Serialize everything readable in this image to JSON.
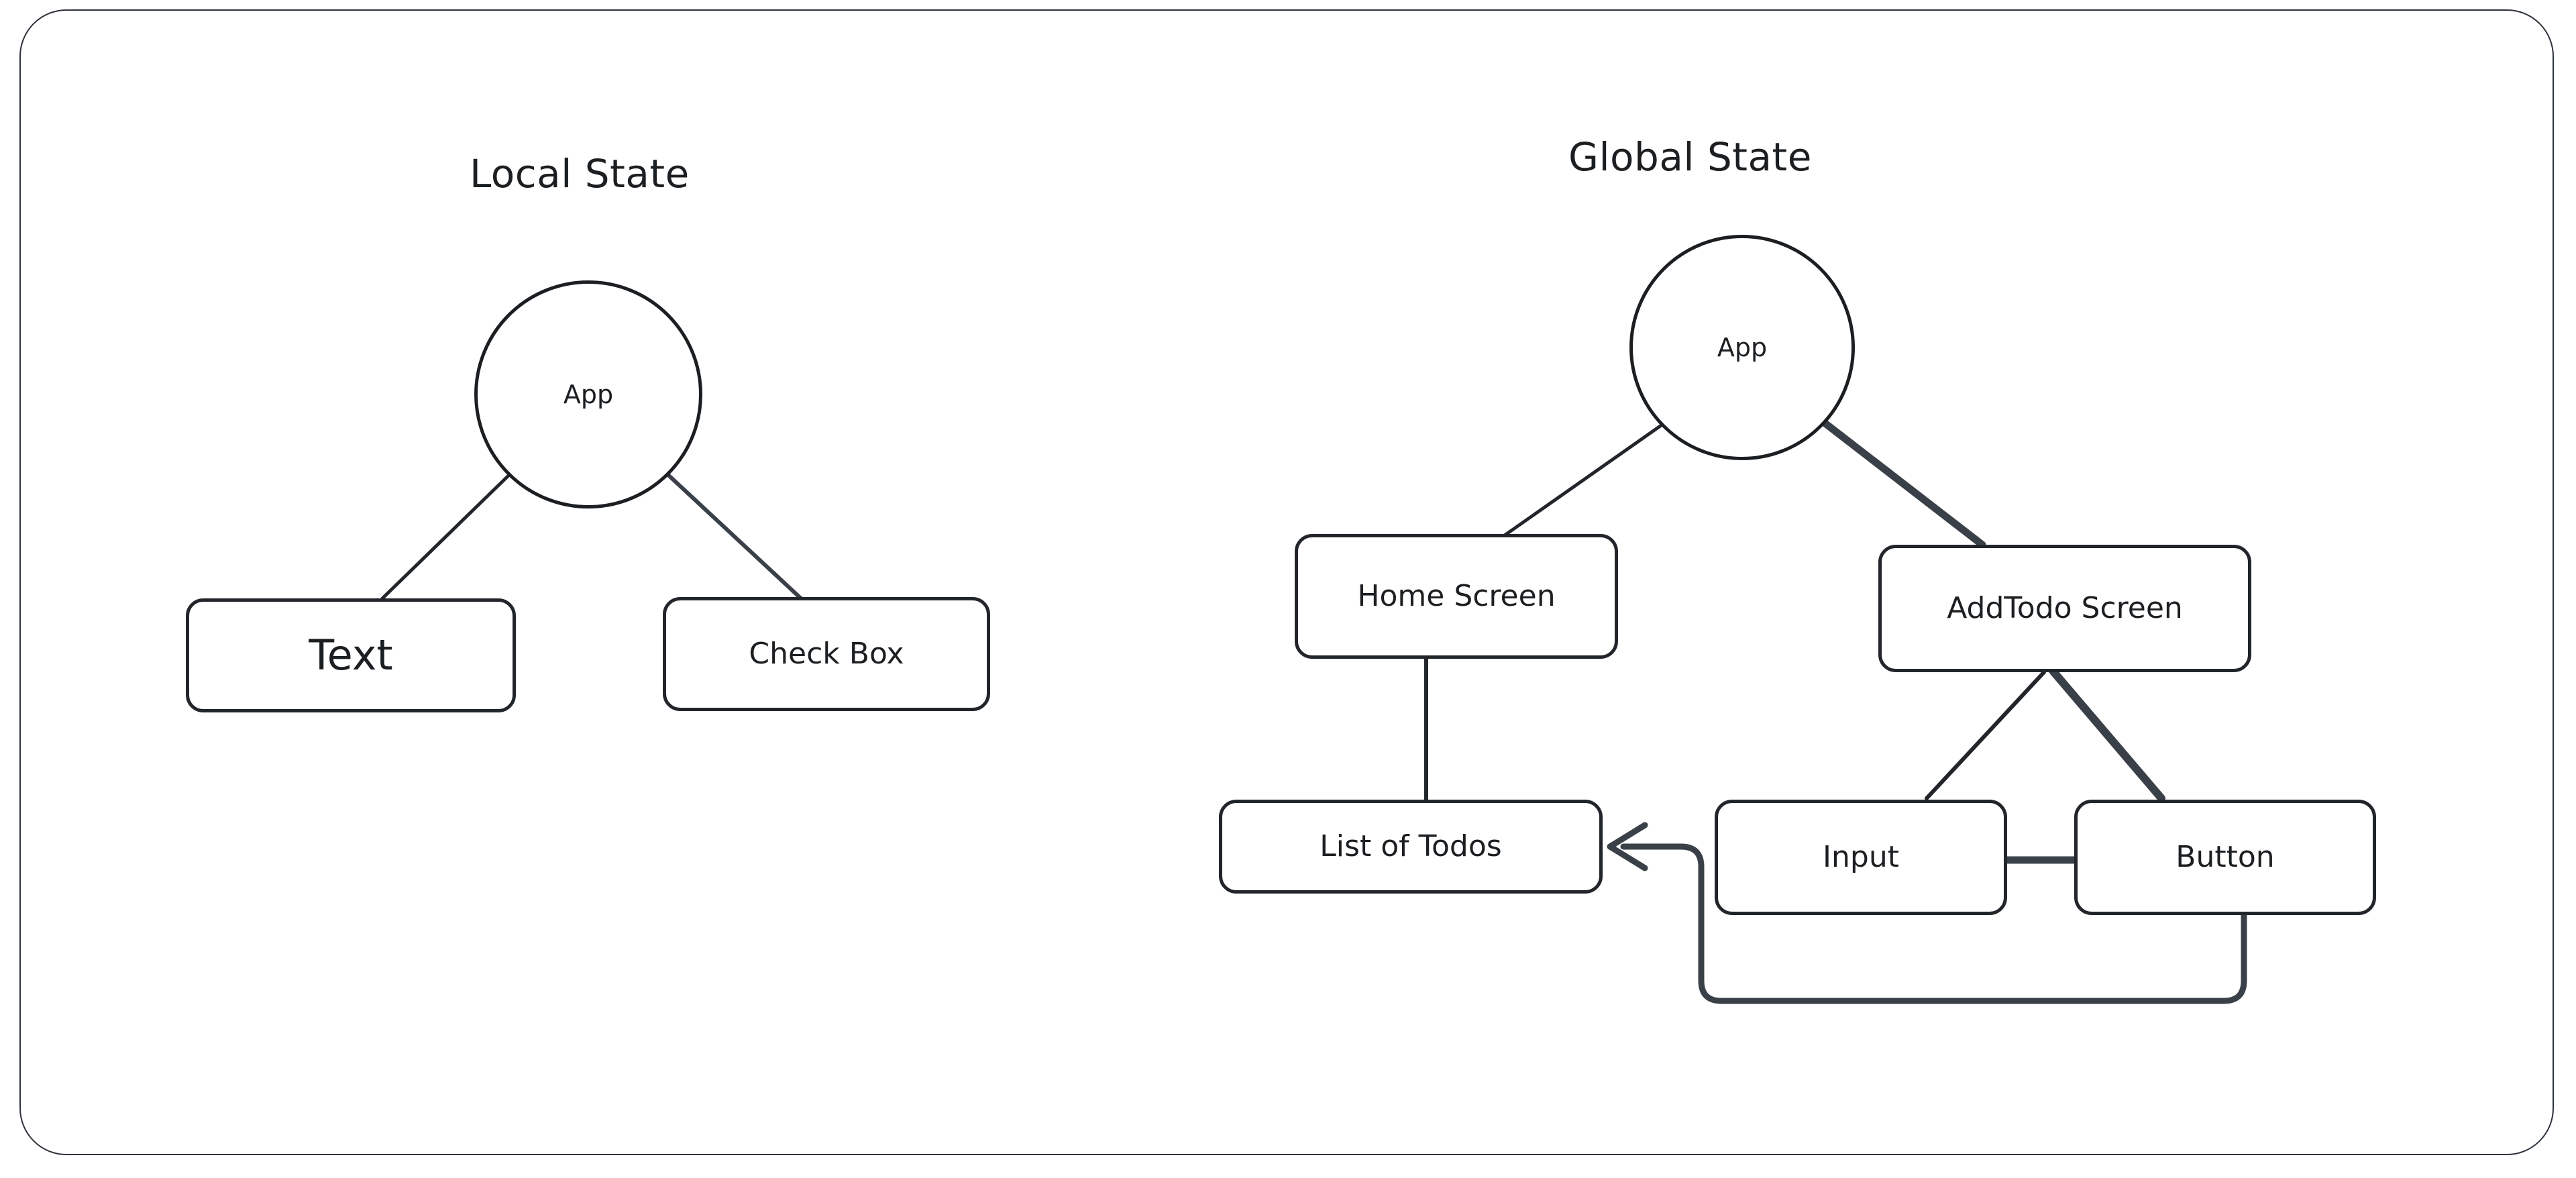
{
  "diagram": {
    "title": "Local State vs Global State component tree",
    "background_color": "#ffffff",
    "stroke_color": "#22262b",
    "text_color": "#1c1f22",
    "panels": [
      {
        "id": "local",
        "title": "Local State",
        "nodes": [
          {
            "id": "app_local",
            "label": "App",
            "shape": "circle"
          },
          {
            "id": "text",
            "label": "Text",
            "shape": "rounded-rect"
          },
          {
            "id": "check_box",
            "label": "Check Box",
            "shape": "rounded-rect"
          }
        ],
        "edges": [
          {
            "from": "app_local",
            "to": "text",
            "style": "plain"
          },
          {
            "from": "app_local",
            "to": "check_box",
            "style": "plain"
          }
        ]
      },
      {
        "id": "global",
        "title": "Global State",
        "nodes": [
          {
            "id": "app_global",
            "label": "App",
            "shape": "circle"
          },
          {
            "id": "home_screen",
            "label": "Home Screen",
            "shape": "rounded-rect"
          },
          {
            "id": "addtodo_screen",
            "label": "AddTodo Screen",
            "shape": "rounded-rect"
          },
          {
            "id": "list_of_todos",
            "label": "List of Todos",
            "shape": "rounded-rect"
          },
          {
            "id": "input",
            "label": "Input",
            "shape": "rounded-rect"
          },
          {
            "id": "button",
            "label": "Button",
            "shape": "rounded-rect"
          }
        ],
        "edges": [
          {
            "from": "app_global",
            "to": "home_screen",
            "style": "plain"
          },
          {
            "from": "app_global",
            "to": "addtodo_screen",
            "style": "thick"
          },
          {
            "from": "home_screen",
            "to": "list_of_todos",
            "style": "plain"
          },
          {
            "from": "addtodo_screen",
            "to": "input",
            "style": "plain"
          },
          {
            "from": "addtodo_screen",
            "to": "button",
            "style": "thick"
          },
          {
            "from": "input",
            "to": "button",
            "style": "thick-short"
          },
          {
            "from": "button",
            "to": "list_of_todos",
            "style": "arrow-loop"
          }
        ]
      }
    ]
  }
}
